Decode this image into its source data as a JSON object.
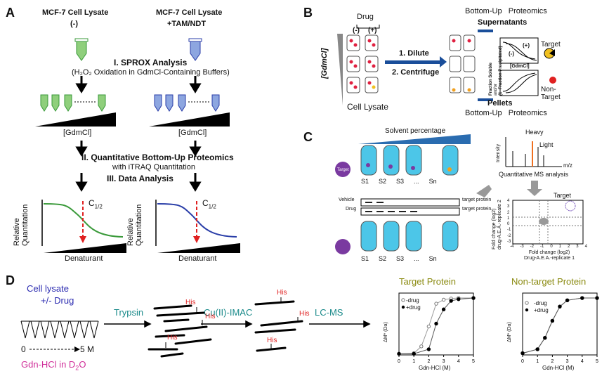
{
  "panels": {
    "A": {
      "label": "A",
      "lysate_left": "MCF-7 Cell Lysate",
      "lysate_left_cond": "(-)",
      "lysate_right": "MCF-7 Cell Lysate",
      "lysate_right_cond": "+TAM/NDT",
      "step1_title": "I. SPROX Analysis",
      "step1_sub": "(H₂O₂ Oxidation in GdmCl-Containing Buffers)",
      "gdmcl_left": "[GdmCl]",
      "gdmcl_right": "[GdmCl]",
      "step2_title": "II. Quantitative Bottom-Up Proteomics",
      "step2_sub": "with iTRAQ Quantitation",
      "step3_title": "III. Data Analysis",
      "c_half_left": "C",
      "c_half_sub": "1/2",
      "c_half_right": "C",
      "ylabel_l1": "Relative",
      "ylabel_l2": "Quantitation",
      "xlabel": "Denaturant",
      "colors": {
        "green": "#3a9a3a",
        "blue": "#2a3ea8",
        "red": "#e02020"
      }
    },
    "B": {
      "label": "B",
      "drug": "Drug",
      "minus": "(-)",
      "plus": "(+)",
      "gdmcl": "[GdmCl]",
      "step1": "1. Dilute",
      "step2": "2. Centrifuge",
      "cell_lysate": "Cell Lysate",
      "bu_top": "Bottom-Up   Proteomics",
      "supernatants": "Supernatants",
      "pellets": "Pellets",
      "bu_bottom": "Bottom-Up   Proteomics",
      "frac_soluble": "Fraction Soluble",
      "and_or": "and/or",
      "frac_precip": "(1- Fraction Precipitated)",
      "gdmcl_small": "[GdmCl]",
      "plus_small": "(+)",
      "minus_small": "(-)",
      "target": "Target",
      "non_target": "Non-Target"
    },
    "C": {
      "label": "C",
      "solvent": "Solvent percentage",
      "target": "Target",
      "vehicle": "Vehicle",
      "drug": "Drug",
      "target_protein_1": "target protein",
      "target_protein_2": "target protein",
      "tubes_top": [
        "S1",
        "S2",
        "S3",
        "...",
        "Sn"
      ],
      "tubes_bottom": [
        "S1",
        "S2",
        "S3",
        "...",
        "Sn"
      ],
      "heavy": "Heavy",
      "light": "Light",
      "intensity": "Intensity",
      "mz": "m/z",
      "qms": "Quantitative MS analysis",
      "scatter_target": "Target",
      "scatter_ylabel_1": "Fold change (log2)",
      "scatter_ylabel_2": "drug-A.E.A.-replicate 2",
      "scatter_xlabel_1": "Fold change (log2)",
      "scatter_xlabel_2": "Drug-A.E.A.-replicate 1",
      "x_ticks": [
        "-4",
        "-3",
        "-2",
        "-1",
        "0",
        "1",
        "2",
        "3",
        "4"
      ],
      "y_ticks": [
        "4",
        "3",
        "2",
        "1",
        "0",
        "-1",
        "-2",
        "-3"
      ]
    },
    "D": {
      "label": "D",
      "cell_lysate": "Cell lysate",
      "drug": "+/- Drug",
      "range_start": "0",
      "range_end": "5 M",
      "gdn": "Gdn-HCl in D",
      "gdn_sub": "2",
      "gdn_o": "O",
      "trypsin": "Trypsin",
      "imac": "Cu(II)-IMAC",
      "lcms": "LC-MS",
      "his": "His",
      "target_title": "Target Protein",
      "nontarget_title": "Non-target Protein",
      "legend_minus": "-drug",
      "legend_plus": "+drug",
      "ylabel": "ΔM* (Da)",
      "xlabel": "Gdn-HCl (M)",
      "x_ticks": [
        "0",
        "1",
        "2",
        "3",
        "4",
        "5"
      ]
    }
  },
  "chart_data": [
    {
      "type": "line",
      "title": "Target Protein",
      "xlabel": "Gdn-HCl (M)",
      "ylabel": "ΔM* (Da)",
      "xlim": [
        0,
        5
      ],
      "series": [
        {
          "name": "-drug",
          "x": [
            0,
            1,
            1.5,
            2,
            2.5,
            3,
            3.5,
            4,
            5
          ],
          "y": [
            0.02,
            0.03,
            0.15,
            0.5,
            0.9,
            0.97,
            0.99,
            1.0,
            1.0
          ]
        },
        {
          "name": "+drug",
          "x": [
            0,
            1,
            2,
            2.5,
            3,
            3.5,
            4,
            5
          ],
          "y": [
            0.02,
            0.02,
            0.1,
            0.55,
            0.8,
            0.95,
            0.98,
            1.0
          ]
        }
      ]
    },
    {
      "type": "line",
      "title": "Non-target Protein",
      "xlabel": "Gdn-HCl (M)",
      "ylabel": "ΔM* (Da)",
      "xlim": [
        0,
        5
      ],
      "series": [
        {
          "name": "-drug",
          "x": [
            0,
            1,
            1.5,
            2,
            2.5,
            3,
            4,
            5
          ],
          "y": [
            0.03,
            0.1,
            0.3,
            0.6,
            0.85,
            0.96,
            1.0,
            1.0
          ]
        },
        {
          "name": "+drug",
          "x": [
            0,
            1,
            1.5,
            2,
            2.5,
            3,
            4,
            5
          ],
          "y": [
            0.03,
            0.1,
            0.3,
            0.6,
            0.85,
            0.96,
            1.0,
            1.0
          ]
        }
      ]
    }
  ]
}
